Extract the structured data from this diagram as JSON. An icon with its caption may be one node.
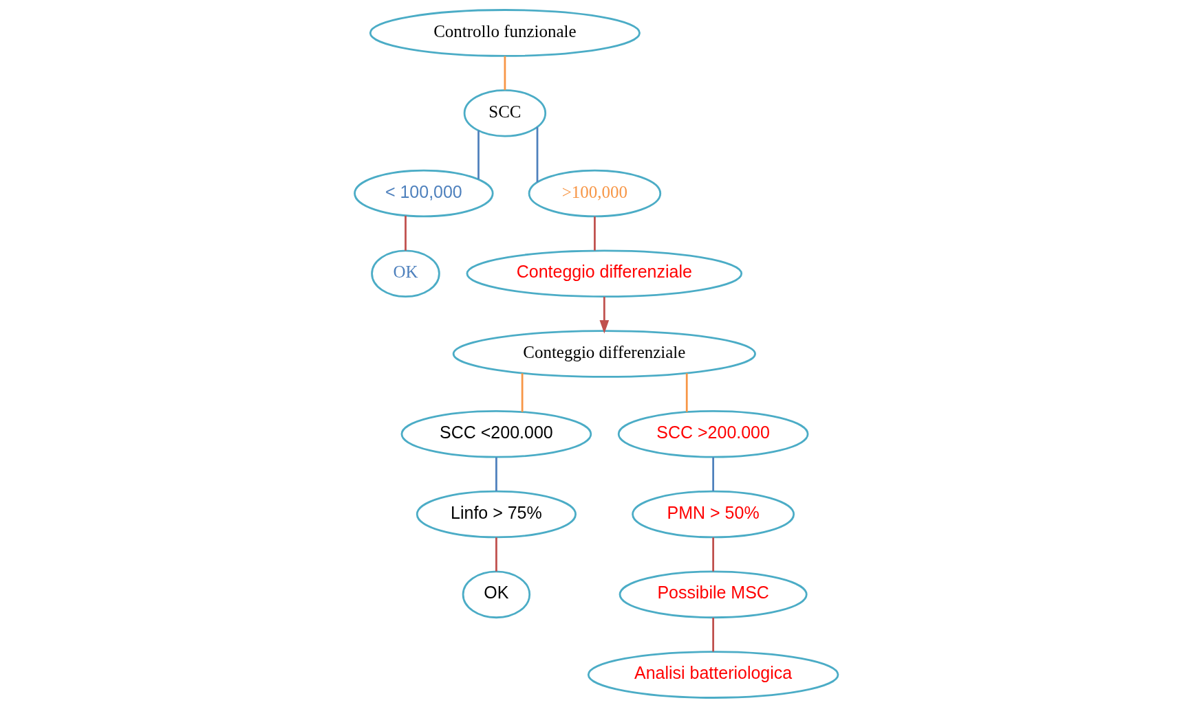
{
  "diagram": {
    "nodes": [
      {
        "text": [
          "Controllo funzionale"
        ]
      },
      {
        "text": [
          "SCC"
        ]
      },
      {
        "text": [
          "< 100,000"
        ]
      },
      {
        "text": [
          ">100,000"
        ]
      },
      {
        "text": [
          "OK"
        ]
      },
      {
        "text": [
          "Conteggio differenziale"
        ]
      },
      {
        "text": [
          "Conteggio differenziale"
        ]
      },
      {
        "text": [
          "SCC <200.000"
        ]
      },
      {
        "text": [
          "SCC >200.000"
        ]
      },
      {
        "text": [
          "Linfo > 75%"
        ]
      },
      {
        "text": [
          "PMN > 50%"
        ]
      },
      {
        "text": [
          "OK"
        ]
      },
      {
        "text": [
          "Possibile MSC"
        ]
      },
      {
        "text": [
          "Analisi batteriologica"
        ]
      }
    ],
    "edges": [
      {
        "from": 0,
        "to": 1,
        "arrow": "none",
        "color": "#f79646"
      },
      {
        "from": 1,
        "to": 2,
        "arrow": "none",
        "color": "#4f81bd"
      },
      {
        "from": 1,
        "to": 3,
        "arrow": "none",
        "color": "#4f81bd"
      },
      {
        "from": 2,
        "to": 4,
        "arrow": "none"
      },
      {
        "from": 3,
        "to": 5,
        "arrow": "none"
      },
      {
        "from": 5,
        "to": 6,
        "arrow": "to"
      },
      {
        "from": 6,
        "to": 7,
        "arrow": "none",
        "color": "#f79646"
      },
      {
        "from": 6,
        "to": 8,
        "arrow": "none",
        "color": "#f79646"
      },
      {
        "from": 7,
        "to": 9,
        "arrow": "none",
        "color": "#4f81bd"
      },
      {
        "from": 8,
        "to": 10,
        "arrow": "none",
        "color": "#4f81bd"
      },
      {
        "from": 9,
        "to": 11,
        "arrow": "none"
      },
      {
        "from": 10,
        "to": 12,
        "arrow": "none"
      },
      {
        "from": 12,
        "to": 13,
        "arrow": "none"
      }
    ]
  }
}
